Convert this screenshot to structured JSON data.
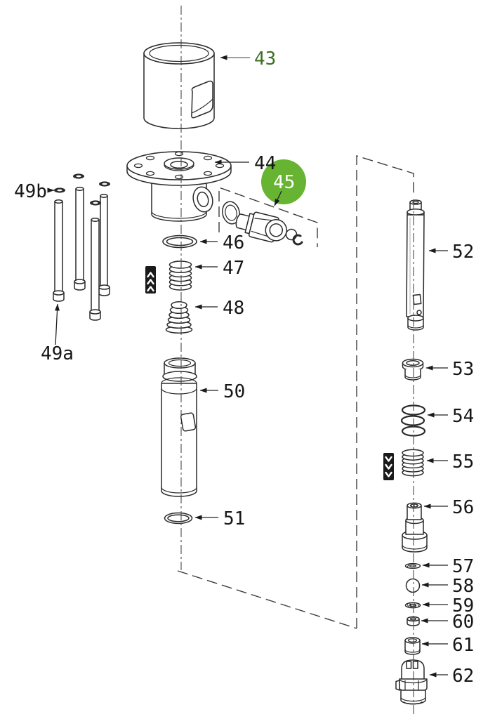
{
  "diagram": {
    "type": "exploded-parts-diagram",
    "highlighted_part": "45",
    "colors": {
      "highlight": "#66b432",
      "highlight_text": "#ffffff",
      "label": "#161616",
      "label_43": "#3e7026",
      "line": "#2a2a2a"
    },
    "icons": {
      "grease_icon_upper": "chevron-up-triple-black-box",
      "grease_icon_right": "chevron-down-triple-black-box"
    },
    "labels": {
      "p43": "43",
      "p44": "44",
      "p45": "45",
      "p46": "46",
      "p47": "47",
      "p48": "48",
      "p49a": "49a",
      "p49b": "49b",
      "p50": "50",
      "p51": "51",
      "p52": "52",
      "p53": "53",
      "p54": "54",
      "p55": "55",
      "p56": "56",
      "p57": "57",
      "p58": "58",
      "p59": "59",
      "p60": "60",
      "p61": "61",
      "p62": "62"
    }
  }
}
